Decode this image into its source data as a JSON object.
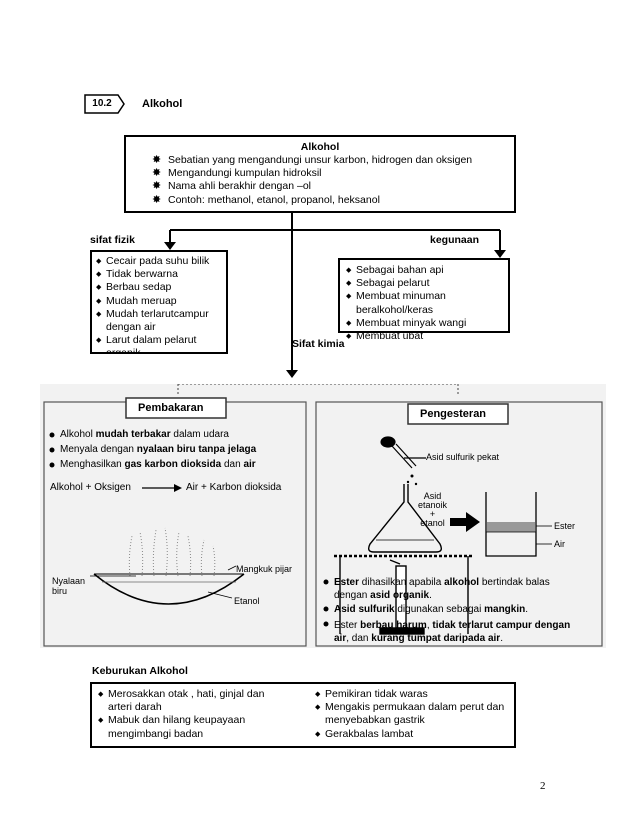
{
  "section": {
    "number": "10.2",
    "title": "Alkohol"
  },
  "main_box": {
    "title": "Alkohol",
    "items": [
      "Sebatian yang mengandungi unsur  karbon, hidrogen dan oksigen",
      "Mengandungi kumpulan hidroksil",
      "Nama ahli berakhir dengan –ol",
      "Contoh: methanol, etanol, propanol, heksanol"
    ]
  },
  "sifat_fizik": {
    "label": "sifat fizik",
    "items": [
      "Cecair pada suhu bilik",
      "Tidak berwarna",
      "Berbau sedap",
      "Mudah meruap",
      "Mudah terlarutcampur dengan air",
      "Larut dalam pelarut organik"
    ]
  },
  "kegunaan": {
    "label": "kegunaan",
    "items": [
      "Sebagai bahan api",
      "Sebagai pelarut",
      "Membuat minuman beralkohol/keras",
      "Membuat minyak wangi",
      "Membuat ubat"
    ]
  },
  "sifat_kimia": {
    "label": "Sifat kimia"
  },
  "pembakaran": {
    "title": "Pembakaran",
    "bullet1_a": "Alkohol ",
    "bullet1_b": "mudah terbakar",
    "bullet1_c": " dalam udara",
    "bullet2_a": "Menyala dengan ",
    "bullet2_b": "nyalaan biru tanpa jelaga",
    "bullet3_a": "Menghasilkan ",
    "bullet3_b": "gas karbon dioksida",
    "bullet3_c": " dan ",
    "bullet3_d": "air",
    "eq_left": "Alkohol + Oksigen",
    "eq_right": "Air + Karbon dioksida",
    "label_flame_1": "Nyalaan",
    "label_flame_2": "biru",
    "label_dish": "Mangkuk pijar",
    "label_ethanol": "Etanol"
  },
  "pengesteran": {
    "title": "Pengesteran",
    "label_acid": "Asid sulfurik pekat",
    "label_mix_1": "Asid",
    "label_mix_2": "etanoik",
    "label_mix_3": "+",
    "label_mix_4": "etanol",
    "label_ester": "Ester",
    "label_air": "Air",
    "b1_a": "Ester",
    "b1_b": " dihasilkan apabila ",
    "b1_c": "alkohol",
    "b1_d": " bertindak balas",
    "b1_e": "dengan ",
    "b1_f": "asid organik",
    "b1_g": ".",
    "b2_a": "Asid sulfurik",
    "b2_b": " digunakan sebagai ",
    "b2_c": "mangkin",
    "b2_d": ".",
    "b3_a": "Ester ",
    "b3_b": "berbau harum",
    "b3_c": ", ",
    "b3_d": "tidak terlarut campur dengan",
    "b3_e": "air",
    "b3_f": ", dan ",
    "b3_g": "kurang tumpat daripada air",
    "b3_h": "."
  },
  "keburukan": {
    "title": "Keburukan Alkohol",
    "left": [
      "Merosakkan otak , hati, ginjal dan arteri darah",
      "Mabuk dan  hilang keupayaan mengimbangi badan"
    ],
    "right": [
      "Pemikiran tidak waras",
      "Mengakis permukaan dalam perut dan menyebabkan gastrik",
      "Gerakbalas lambat"
    ]
  },
  "page_number": "2"
}
